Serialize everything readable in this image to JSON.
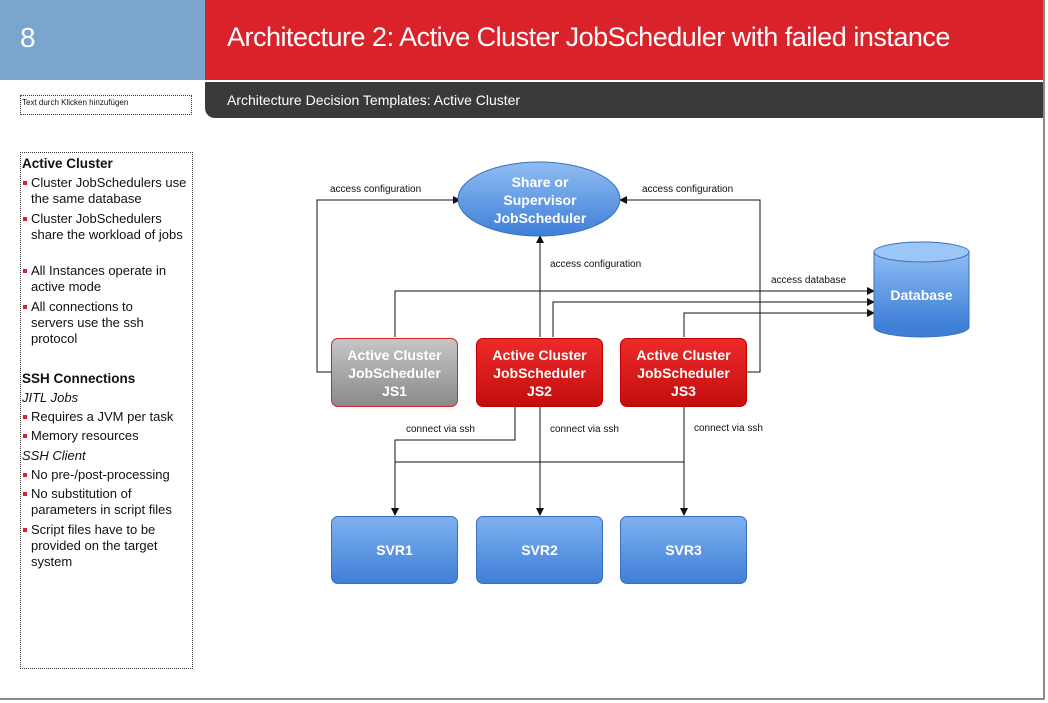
{
  "slide_number": "8",
  "title": "Architecture 2: Active Cluster JobScheduler with failed instance",
  "subtitle": "Architecture Decision Templates: Active Cluster",
  "placeholder": "Text durch Klicken hinzufügen",
  "sidebar": {
    "active_cluster_heading": "Active Cluster",
    "active_cluster_items": [
      "Cluster JobSchedulers use the same database",
      "Cluster JobSchedulers share the workload of jobs",
      "All Instances operate in active mode",
      "All connections to servers use the ssh protocol"
    ],
    "ssh_heading": "SSH Connections",
    "jitl_heading": "JITL Jobs",
    "jitl_items": [
      "Requires a JVM  per task",
      "Memory resources"
    ],
    "ssh_client_heading": "SSH Client",
    "ssh_client_items": [
      "No pre-/post-processing",
      "No substitution of parameters in script files",
      "Script files have to be provided on the target system"
    ]
  },
  "diagram": {
    "supervisor": "Share or\nSupervisor\nJobScheduler",
    "database": "Database",
    "js1": "Active Cluster\nJobScheduler\nJS1",
    "js2": "Active Cluster\nJobScheduler\nJS2",
    "js3": "Active Cluster\nJobScheduler\nJS3",
    "svr1": "SVR1",
    "svr2": "SVR2",
    "svr3": "SVR3",
    "labels": {
      "access_config_left": "access configuration",
      "access_config_right": "access configuration",
      "access_config_center": "access configuration",
      "access_database": "access database",
      "connect_ssh_1": "connect via ssh",
      "connect_ssh_2": "connect via ssh",
      "connect_ssh_3": "connect via ssh"
    },
    "colors": {
      "active_red": "#d9222a",
      "failed_grey": "#9a9a9a",
      "server_blue": "#4f8fe0"
    }
  }
}
